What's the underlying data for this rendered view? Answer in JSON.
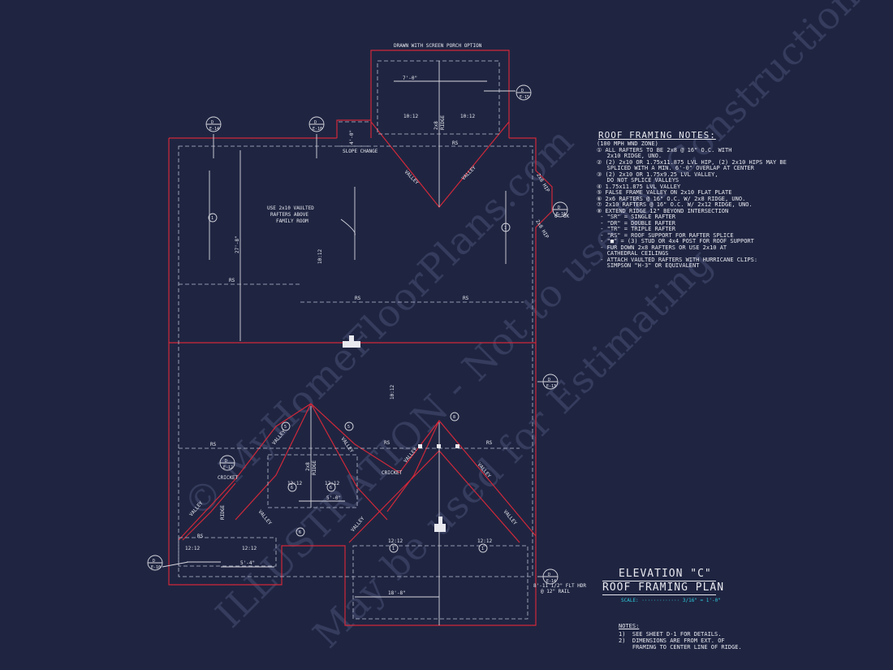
{
  "header_note": "DRAWN WITH SCREEN PORCH OPTION",
  "watermarks": [
    "© MyHomeFloorPlans.com",
    "ILLUSTRATION - Not to use for Construction",
    "May be used for Estimating"
  ],
  "roof_notes": {
    "title": "ROOF FRAMING NOTES:",
    "lines": [
      "(100 MPH WND ZONE)",
      "① ALL RAFTERS TO BE 2x8 @ 16\" O.C. WITH",
      "   2x10 RIDGE, UNO.",
      "② (2) 2x10 OR 1.75x11.875 LVL HIP, (2) 2x10 HIPS MAY BE",
      "   SPLICED WITH A MIN. 6'-0\" OVERLAP AT CENTER",
      "③ (2) 2x10 OR 1.75x9.25 LVL VALLEY,",
      "   DO NOT SPLICE VALLEYS",
      "④ 1.75x11.875 LVL VALLEY",
      "⑤ FALSE FRAME VALLEY ON 2x10 FLAT PLATE",
      "⑥ 2x6 RAFTERS @ 16\" O.C. W/ 2x8 RIDGE, UNO.",
      "⑦ 2x10 RAFTERS @ 16\" O.C. W/ 2x12 RIDGE, UNO.",
      "⑧ EXTEND RIDGE 12\" BEYOND INTERSECTION",
      " - \"SR\" = SINGLE RAFTER",
      " - \"DR\" = DOUBLE RAFTER",
      " - \"TR\" = TRIPLE RAFTER",
      " - \"RS\" = ROOF SUPPORT FOR RAFTER SPLICE",
      " - \"■\" = (3) STUD OR 4x4 POST FOR ROOF SUPPORT",
      " - FUR DOWN 2x8 RAFTERS OR USE 2x10 AT",
      "   CATHEDRAL CEILINGS",
      " - ATTACH VAULTED RAFTERS WITH HURRICANE CLIPS:",
      "   SIMPSON \"H-3\" OR EQUIVALENT"
    ]
  },
  "title_block": {
    "line1": "ELEVATION \"C\"",
    "line2": "ROOF FRAMING PLAN",
    "scale": "SCALE: ············· 3/16\" = 1'-0\""
  },
  "bottom_notes": {
    "title": "NOTES:",
    "lines": [
      "1)  SEE SHEET D-1 FOR DETAILS.",
      "2)  DIMENSIONS ARE FROM EXT. OF",
      "    FRAMING TO CENTER LINE OF RIDGE."
    ]
  },
  "plan_labels": {
    "vaulted": [
      "USE 2x10 VAULTED",
      "RAFTERS ABOVE",
      "FAMILY ROOM"
    ],
    "slope_change": "SLOPE CHANGE",
    "ridge": "RIDGE",
    "ridge_size": "2x8",
    "rs": "RS",
    "valley": "VALLEY",
    "cricket": "CRICKET",
    "pitch": "12:12",
    "pitch_low": "10:12",
    "dim_porch": "7'-0\"",
    "dim_main": "27'-8\"",
    "dim_bottom": "18'-8\"",
    "dim_left": "5'-4\"",
    "dim_mid": "5'-0\"",
    "dim_small": "4'-0\"",
    "flt_hdr": [
      "8'-11 1/2\" FLT HDR",
      "@ 12\" RAIL"
    ],
    "ok": "6\" OK",
    "callout_letter": "D",
    "callout_sheets": [
      "E-14",
      "E-10",
      "E-15",
      "E-16",
      "E-13",
      "E-12"
    ],
    "circle_nums": [
      "1",
      "5",
      "6",
      "8"
    ],
    "side_labels": [
      "2x8 HIP",
      "2x8 HIP"
    ]
  },
  "colors": {
    "background": "#1f2541",
    "walls": "#d0283a",
    "lines": "#d8d8e0",
    "accent": "#2ec7d9"
  }
}
